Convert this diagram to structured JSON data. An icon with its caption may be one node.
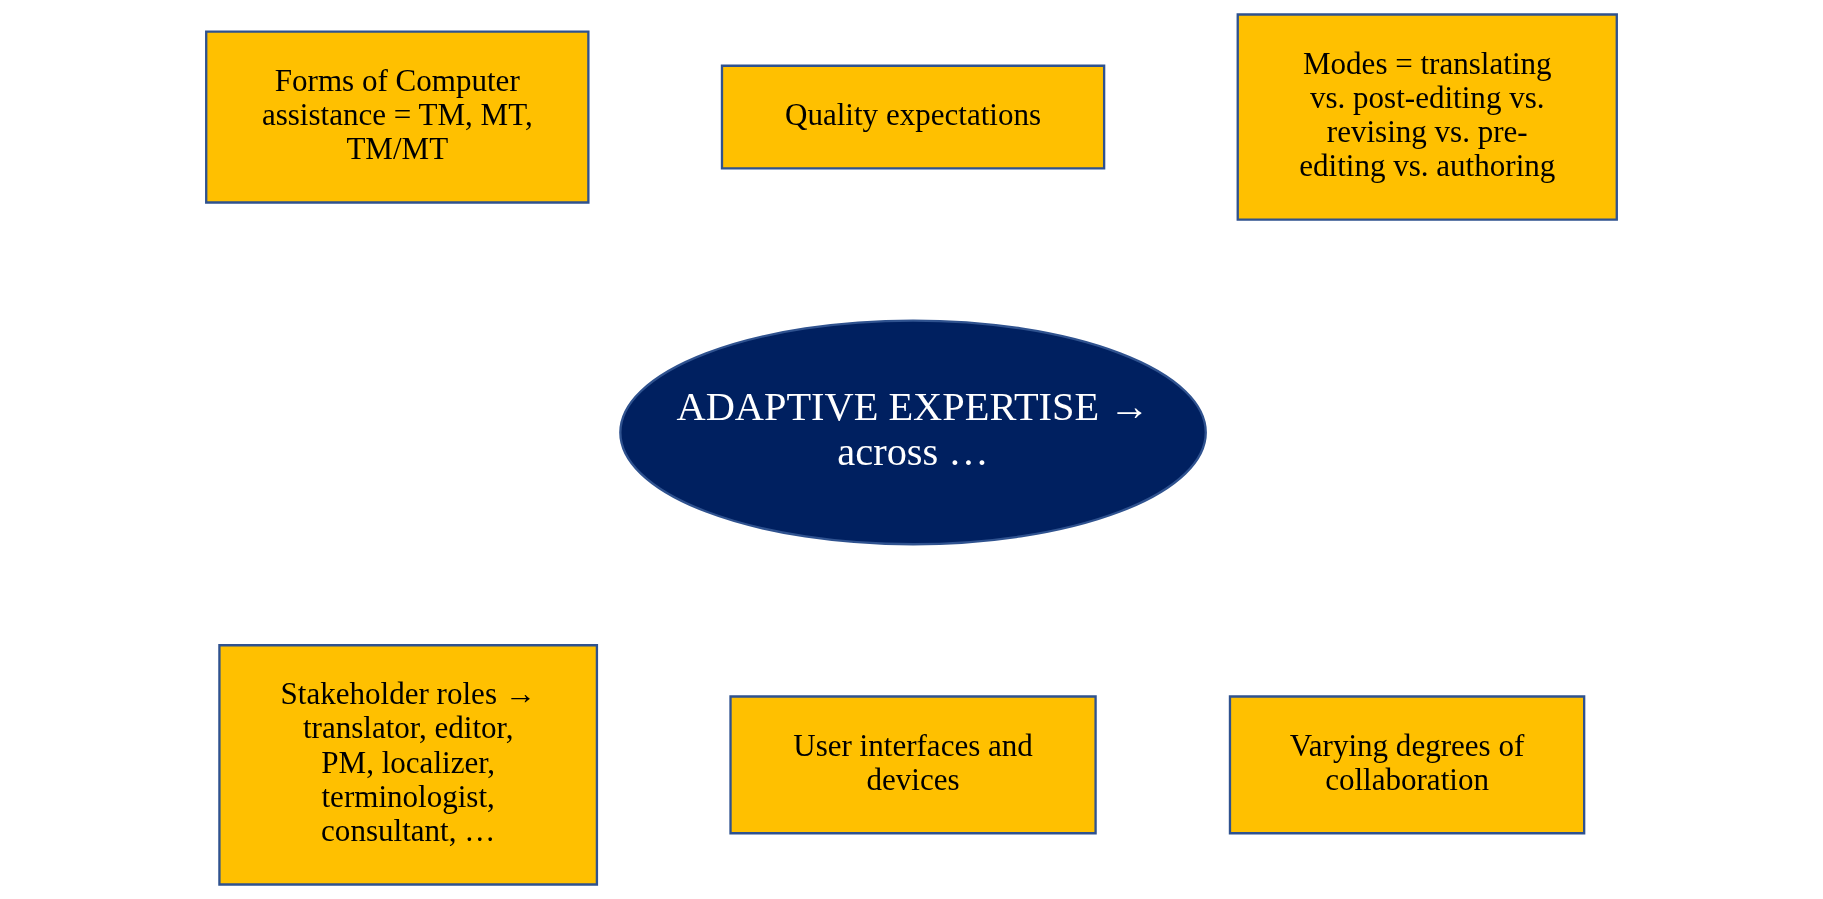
{
  "diagram": {
    "nodes": [
      {
        "text": [
          "Forms of Computer assistance = TM, MT, TM/MT"
        ]
      },
      {
        "text": [
          "Quality expectations"
        ]
      },
      {
        "text": [
          "Modes = translating vs. post-editing vs. revising vs. pre-editing vs. authoring"
        ]
      },
      {
        "text": [
          "ADAPTIVE EXPERTISE → across …"
        ]
      },
      {
        "text": [
          "Stakeholder roles → translator, editor, PM, localizer, terminologist, consultant, …"
        ]
      },
      {
        "text": [
          "Varying degrees of collaboration"
        ]
      },
      {
        "text": [
          "User interfaces and devices"
        ]
      }
    ]
  }
}
